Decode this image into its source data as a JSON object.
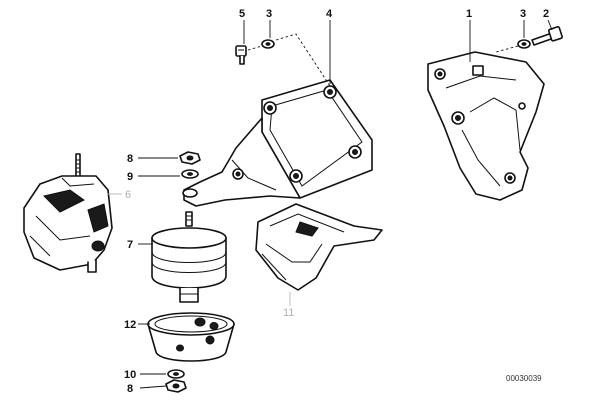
{
  "diagram": {
    "callouts": {
      "c1": "1",
      "c2": "2",
      "c3a": "3",
      "c3b": "3",
      "c4": "4",
      "c5": "5",
      "c6": "6",
      "c7": "7",
      "c8a": "8",
      "c8b": "8",
      "c9": "9",
      "c10": "10",
      "c11": "11",
      "c12": "12"
    },
    "reference_code": "00030039"
  }
}
